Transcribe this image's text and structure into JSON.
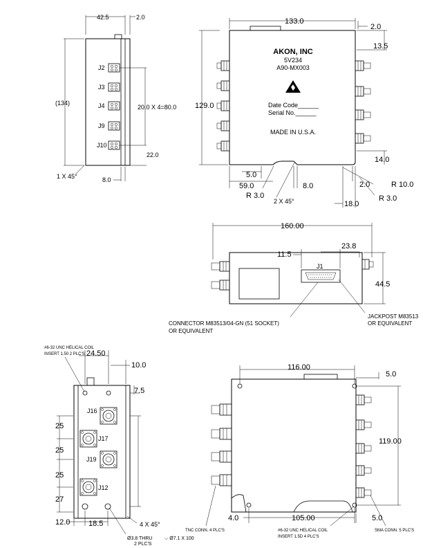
{
  "view1": {
    "dim_top": "42.5",
    "dim_top_right": "2.0",
    "dim_height": "(134)",
    "dim_pitch": "20.0 X 4=80.0",
    "dim_right_low": "22.0",
    "dim_bottom": "8.0",
    "chamfer": "1 X 45°",
    "ports": [
      "J2",
      "J3",
      "J4",
      "J9",
      "J10"
    ]
  },
  "view2": {
    "dim_width": "133.0",
    "dim_right_top": "2.0",
    "dim_right_13": "13.5",
    "dim_height": "129.0",
    "label_company": "AKON, INC",
    "label_model": "5V234",
    "label_part": "A90-MX003",
    "label_date": "Date Code______",
    "label_serial": "Serial No.______",
    "label_origin": "MADE IN U.S.A.",
    "dim_14": "14.0",
    "dim_5": "5.0",
    "dim_59": "59.0",
    "dim_8": "8.0",
    "dim_r3_left": "R 3.0",
    "dim_2x45": "2 X 45°",
    "dim_2": "2.0",
    "dim_r10": "R 10.0",
    "dim_18": "18.0",
    "dim_r3_right": "R 3.0"
  },
  "view3": {
    "dim_width": "160.00",
    "dim_11_5": "11.5",
    "dim_23_8": "23.8",
    "connector_label": "J1",
    "dim_44_5": "44.5",
    "note_connector": [
      "CONNECTOR M83513/04-GN (51 SOCKET)",
      "OR EQUIVALENT"
    ],
    "note_jackpost": [
      "JACKPOST M83513",
      "OR EQUIVALENT"
    ]
  },
  "view4": {
    "note_coil": [
      "#6-32 UNC HELICAL COIL",
      "INSERT 1.50 2 PLC'S"
    ],
    "dim_24_5": "24.50",
    "dim_10": "10.0",
    "dim_7_5": "7.5",
    "ports": [
      "J16",
      "J17",
      "J19",
      "J12"
    ],
    "dims_left": [
      "25",
      "25",
      "25",
      "27"
    ],
    "dim_12": "12.0",
    "dim_18_5": "18.5",
    "dim_4x45": "4 X 45°",
    "note_hole_a": "Ø3.8 THRU",
    "note_hole_b": "2 PLC'S",
    "note_hole_c": "⌵ Ø7.1 X 100"
  },
  "view5": {
    "dim_116": "116.00",
    "dim_5_top": "5.0",
    "dim_119": "119.00",
    "dim_4": "4.0",
    "dim_105": "105.00",
    "dim_5_bottom": "5.0",
    "note_tnc": "TNC CONN. 4 PLC'S",
    "note_coil": [
      "#6-32 UNC HELICAL COIL",
      "INSERT 1.5D 4 PLC'S"
    ],
    "note_sma": "SMA CONN. 5 PLC'S"
  }
}
